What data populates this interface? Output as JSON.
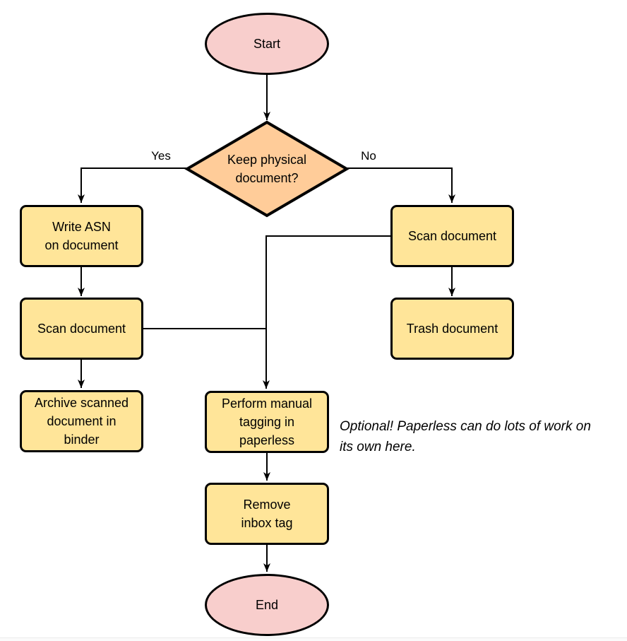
{
  "colors": {
    "terminal_fill": "#F8CECC",
    "decision_fill": "#FFCC99",
    "process_fill": "#FFE599",
    "stroke": "#000000"
  },
  "nodes": {
    "start": {
      "label": "Start"
    },
    "decision": {
      "label": "Keep physical\ndocument?"
    },
    "write_asn": {
      "label": "Write ASN\non document"
    },
    "scan_left": {
      "label": "Scan document"
    },
    "archive": {
      "label": "Archive scanned\ndocument in\nbinder"
    },
    "scan_right": {
      "label": "Scan document"
    },
    "trash": {
      "label": "Trash document"
    },
    "tagging": {
      "label": "Perform manual\ntagging in\npaperless"
    },
    "remove_inbox": {
      "label": "Remove\ninbox tag"
    },
    "end": {
      "label": "End"
    }
  },
  "edge_labels": {
    "yes": "Yes",
    "no": "No"
  },
  "annotation": {
    "text": "Optional! Paperless can do lots of work on\nits own here."
  }
}
